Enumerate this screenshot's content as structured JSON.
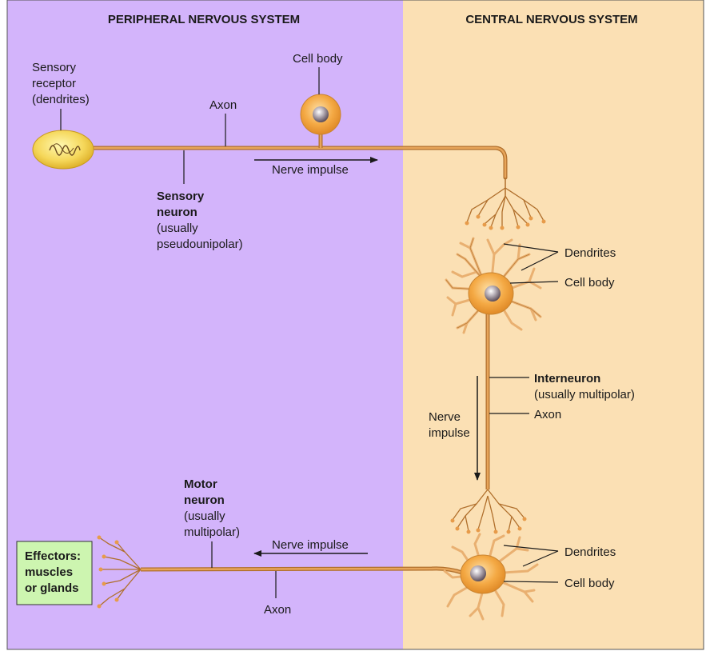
{
  "regions": {
    "peripheral": "PERIPHERAL NERVOUS SYSTEM",
    "central": "CENTRAL NERVOUS SYSTEM"
  },
  "sensory": {
    "receptor": [
      "Sensory",
      "receptor",
      "(dendrites)"
    ],
    "axon": "Axon",
    "cell_body": "Cell body",
    "impulse": "Nerve impulse",
    "neuron_name": [
      "Sensory",
      "neuron"
    ],
    "neuron_type": [
      "(usually",
      "pseudounipolar)"
    ]
  },
  "interneuron": {
    "dendrites": "Dendrites",
    "cell_body": "Cell body",
    "name": "Interneuron",
    "type": "(usually multipolar)",
    "axon": "Axon",
    "impulse": [
      "Nerve",
      "impulse"
    ]
  },
  "motor": {
    "name": [
      "Motor",
      "neuron"
    ],
    "type": [
      "(usually",
      "multipolar)"
    ],
    "impulse": "Nerve impulse",
    "axon": "Axon",
    "dendrites": "Dendrites",
    "cell_body": "Cell body"
  },
  "effectors": [
    "Effectors:",
    "muscles",
    "or glands"
  ],
  "colors": {
    "pns_bg": "#d3b4fb",
    "cns_bg": "#fbe0b4",
    "axon": "#c8843a",
    "cell": "#f2a640",
    "effector_box": "#cdf5b0"
  }
}
